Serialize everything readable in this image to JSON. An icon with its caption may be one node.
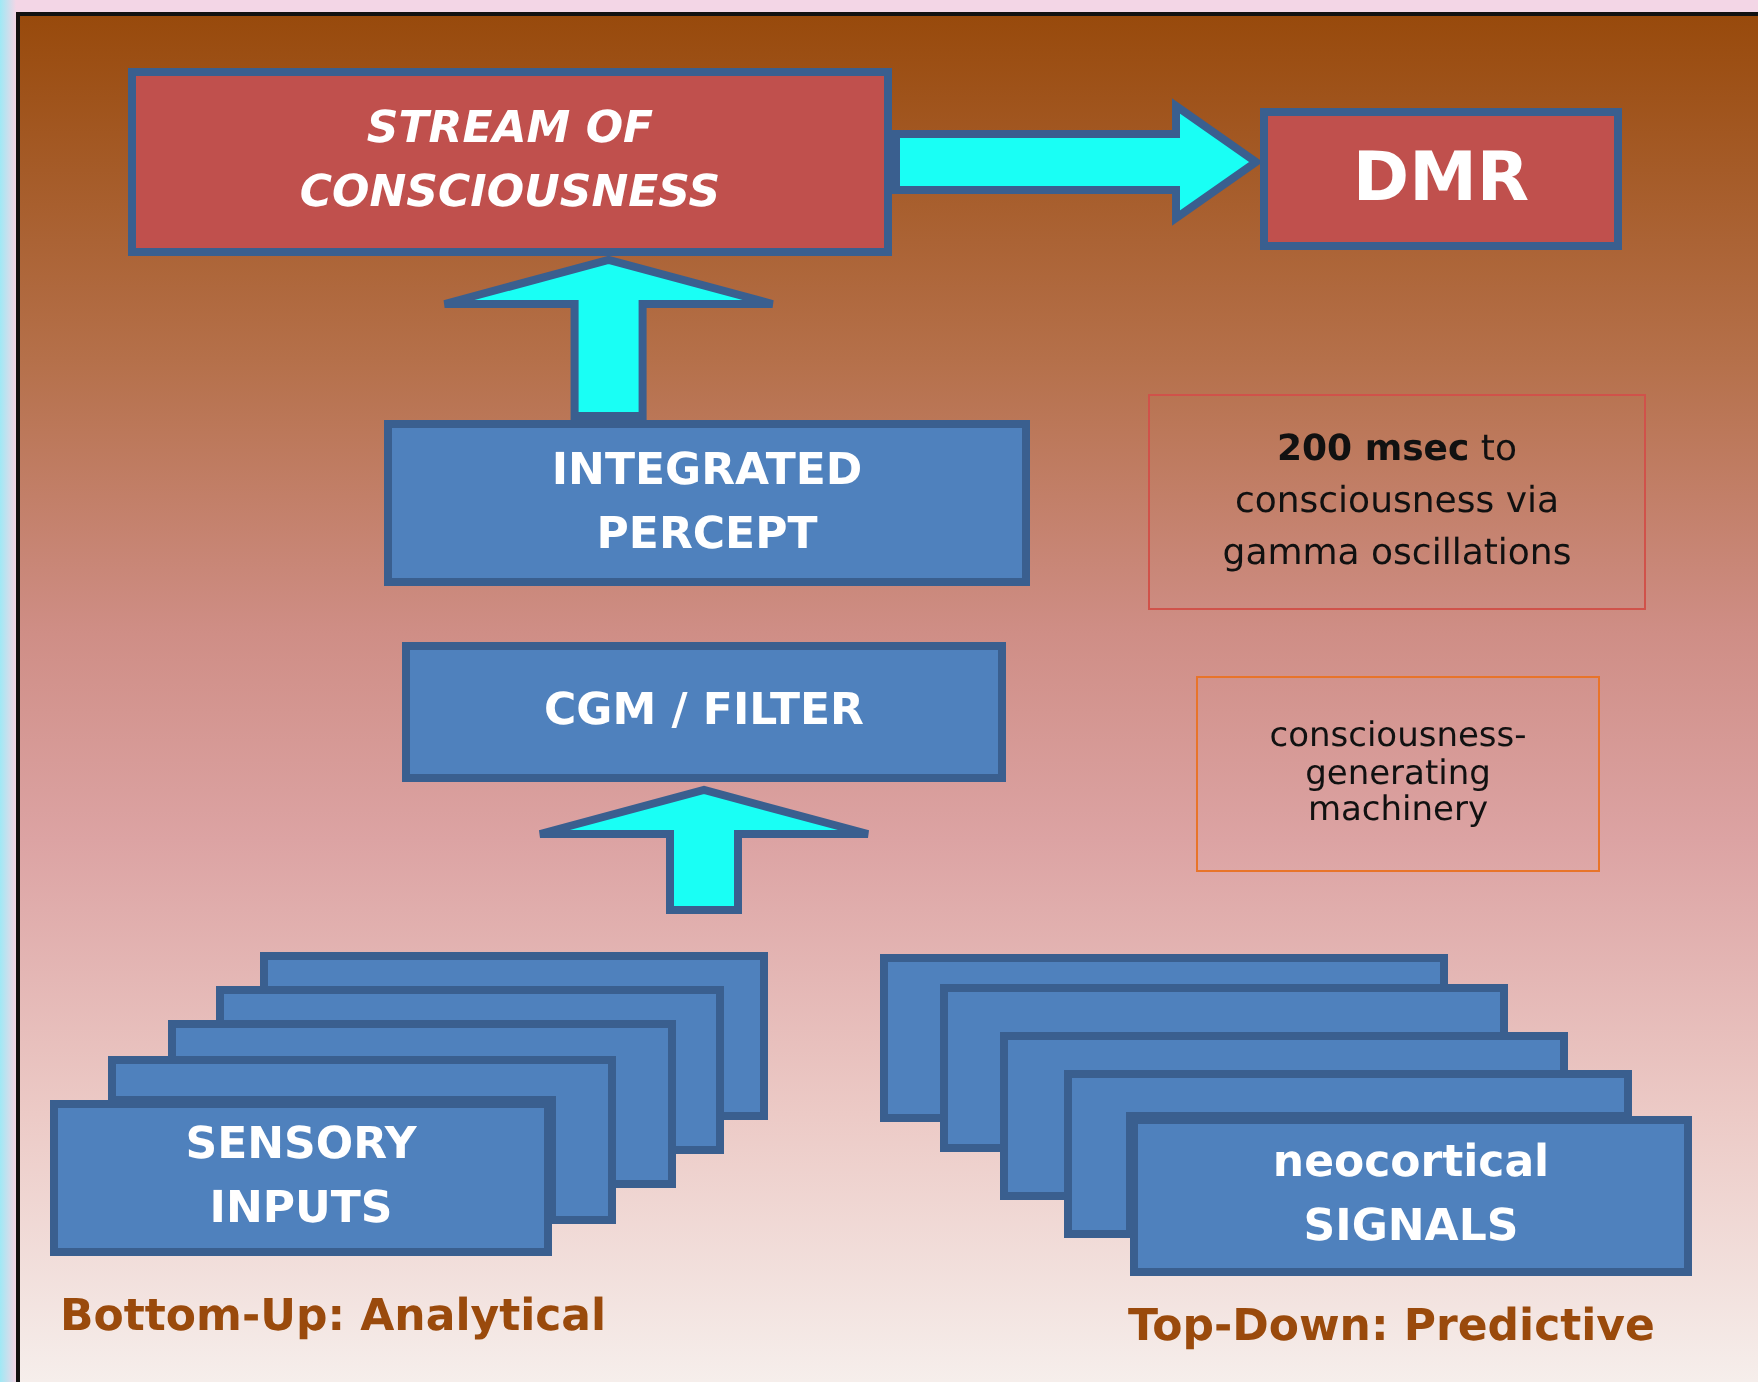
{
  "diagram": {
    "nodes": [
      {
        "text": [
          "STREAM OF CONSCIOUSNESS"
        ]
      },
      {
        "text": [
          "DMR"
        ]
      },
      {
        "text": [
          "INTEGRATED PERCEPT"
        ]
      },
      {
        "text": [
          "CGM / FILTER"
        ]
      },
      {
        "text": [
          "**200 msec** to consciousness via gamma oscillations"
        ]
      },
      {
        "text": [
          "consciousness-generating machinery"
        ]
      },
      {
        "text": [],
        "shape": "box"
      },
      {
        "text": [],
        "shape": "box"
      },
      {
        "text": [],
        "shape": "box"
      },
      {
        "text": [],
        "shape": "box"
      },
      {
        "text": [
          "SENSORY INPUTS"
        ]
      },
      {
        "text": [],
        "shape": "box"
      },
      {
        "text": [],
        "shape": "box"
      },
      {
        "text": [],
        "shape": "box"
      },
      {
        "text": [],
        "shape": "box"
      },
      {
        "text": [
          "neocortical SIGNALS"
        ]
      }
    ],
    "edges": [
      {
        "from": 0,
        "to": 1,
        "arrow": "to"
      },
      {
        "from": 2,
        "to": 0,
        "arrow": "to"
      },
      {
        "from": null,
        "to": 3,
        "arrow": "to"
      }
    ],
    "labels": [
      "Bottom-Up: Analytical",
      "Top-Down: Predictive"
    ]
  }
}
